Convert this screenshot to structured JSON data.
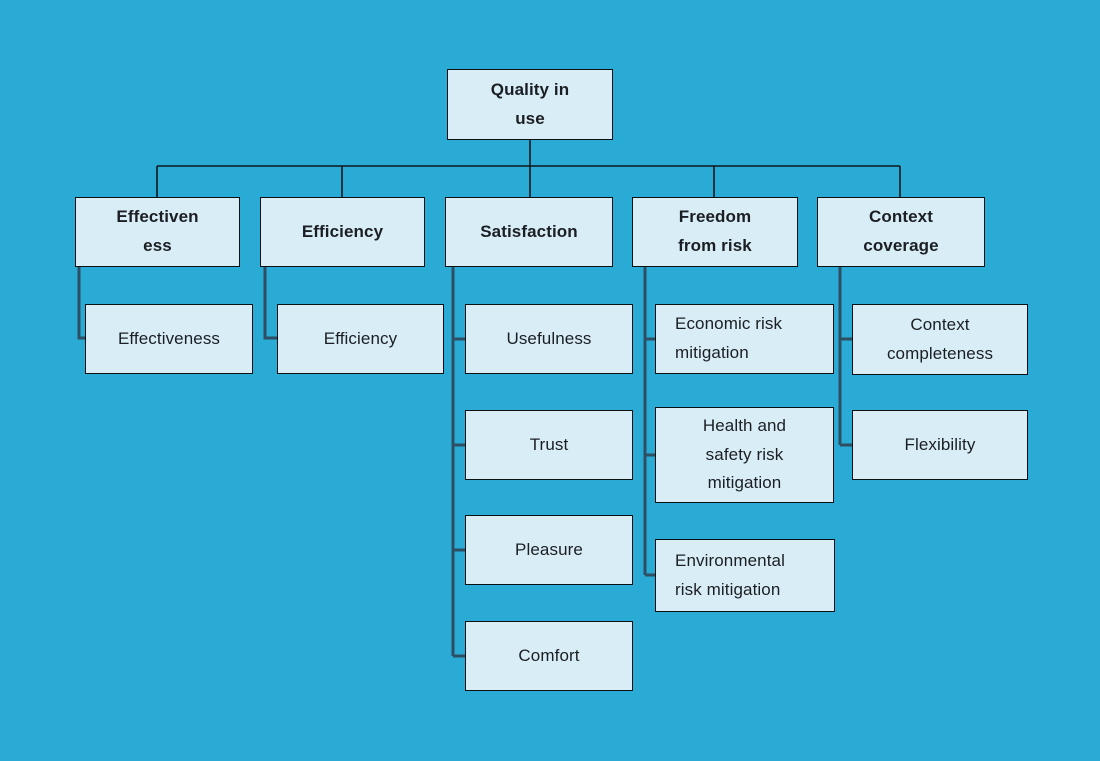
{
  "palette": {
    "background": "#2AABD6",
    "node_fill": "#D9EDF7",
    "node_border": "#0C1013",
    "node_text": "#1B1F23",
    "tree_connector": "#10181D",
    "child_connector": "#2E4F63"
  },
  "tree": {
    "root": {
      "label": "Quality in\nuse",
      "children": [
        {
          "label": "Effectiven\ness",
          "children": [
            {
              "label": "Effectiveness"
            }
          ]
        },
        {
          "label": "Efficiency",
          "children": [
            {
              "label": "Efficiency"
            }
          ]
        },
        {
          "label": "Satisfaction",
          "children": [
            {
              "label": "Usefulness"
            },
            {
              "label": "Trust"
            },
            {
              "label": "Pleasure"
            },
            {
              "label": "Comfort"
            }
          ]
        },
        {
          "label": "Freedom\nfrom risk",
          "children": [
            {
              "label": "Economic risk\nmitigation"
            },
            {
              "label": "Health and\nsafety risk\nmitigation"
            },
            {
              "label": "Environmental\nrisk mitigation"
            }
          ]
        },
        {
          "label": "Context\ncoverage",
          "children": [
            {
              "label": "Context\ncompleteness"
            },
            {
              "label": "Flexibility"
            }
          ]
        }
      ]
    }
  }
}
